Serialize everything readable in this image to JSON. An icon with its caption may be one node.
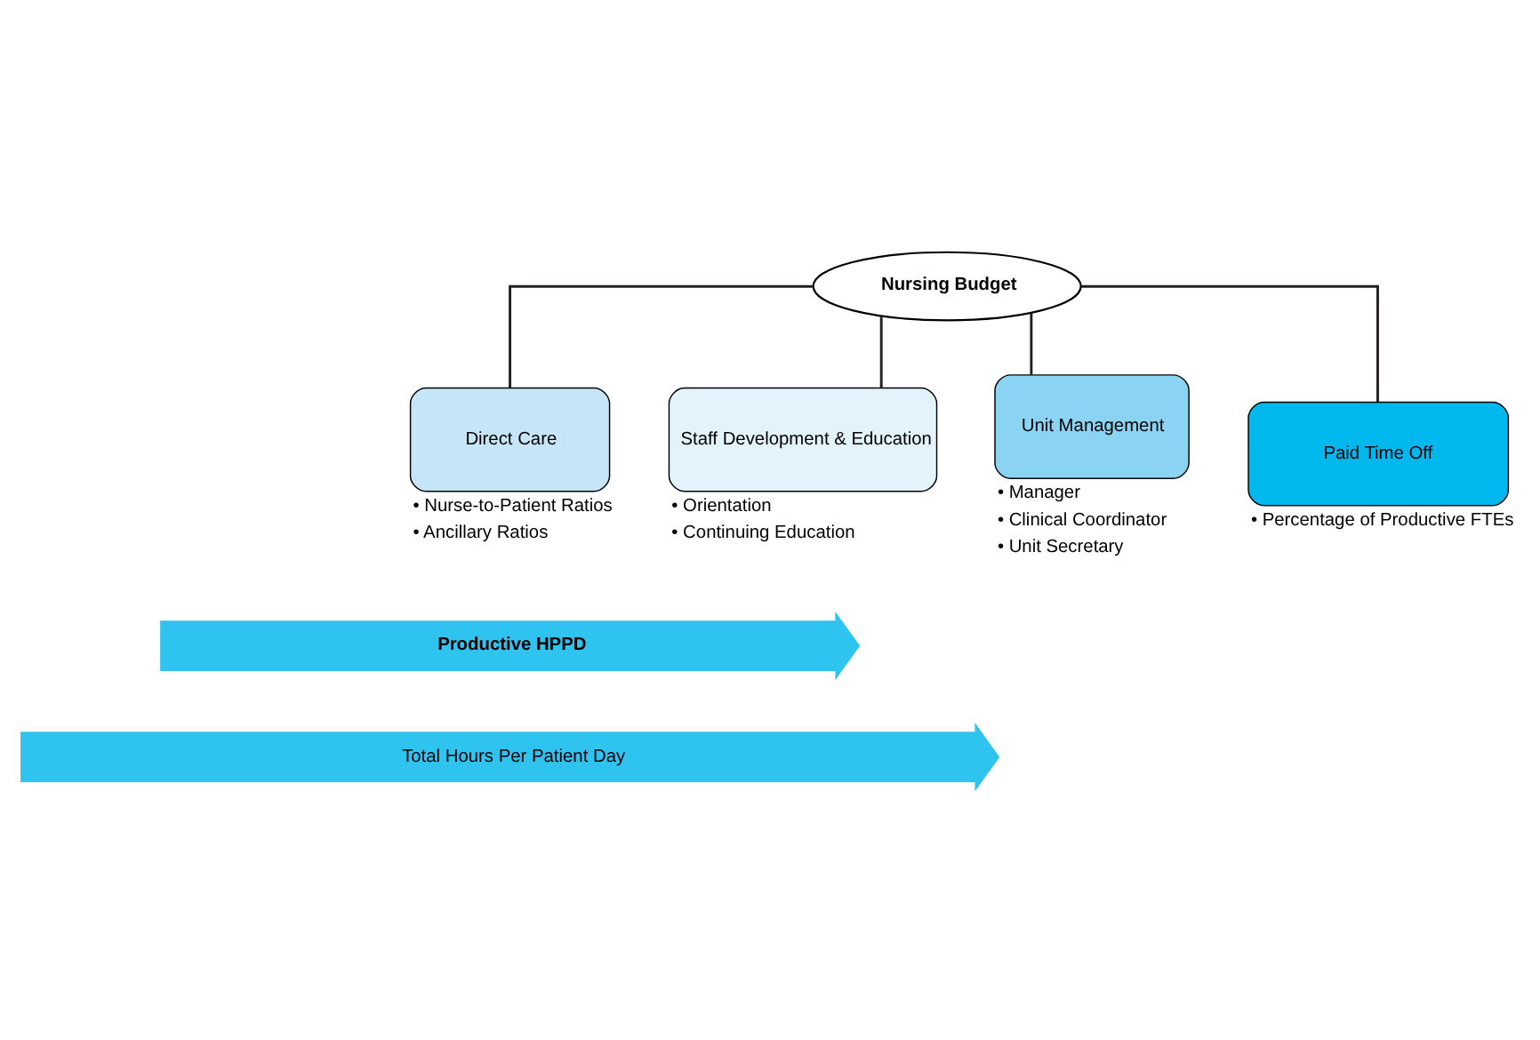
{
  "diagram": {
    "nodes": [
      {
        "text": [
          "Nursing Budget"
        ]
      },
      {
        "text": [
          "Direct Care"
        ],
        "beside": [
          "• Nurse-to-Patient Ratios",
          "• Ancillary Ratios"
        ]
      },
      {
        "text": [
          "Staff Development & Education"
        ],
        "beside": [
          "• Orientation",
          "• Continuing Education"
        ]
      },
      {
        "text": [
          "Unit Management"
        ],
        "beside": [
          "• Manager",
          "• Clinical Coordinator",
          "• Unit Secretary"
        ]
      },
      {
        "text": [
          "Paid Time Off"
        ],
        "beside": [
          "• Percentage of Productive FTEs"
        ]
      },
      {
        "text": [
          "Productive HPPD"
        ]
      },
      {
        "text": [
          "Total Hours Per Patient Day"
        ]
      }
    ],
    "edges": [
      {
        "from": 0,
        "to": 1,
        "arrow": "none"
      },
      {
        "from": 0,
        "to": 2,
        "arrow": "none"
      },
      {
        "from": 0,
        "to": 3,
        "arrow": "none"
      },
      {
        "from": 0,
        "to": 4,
        "arrow": "none"
      }
    ]
  }
}
